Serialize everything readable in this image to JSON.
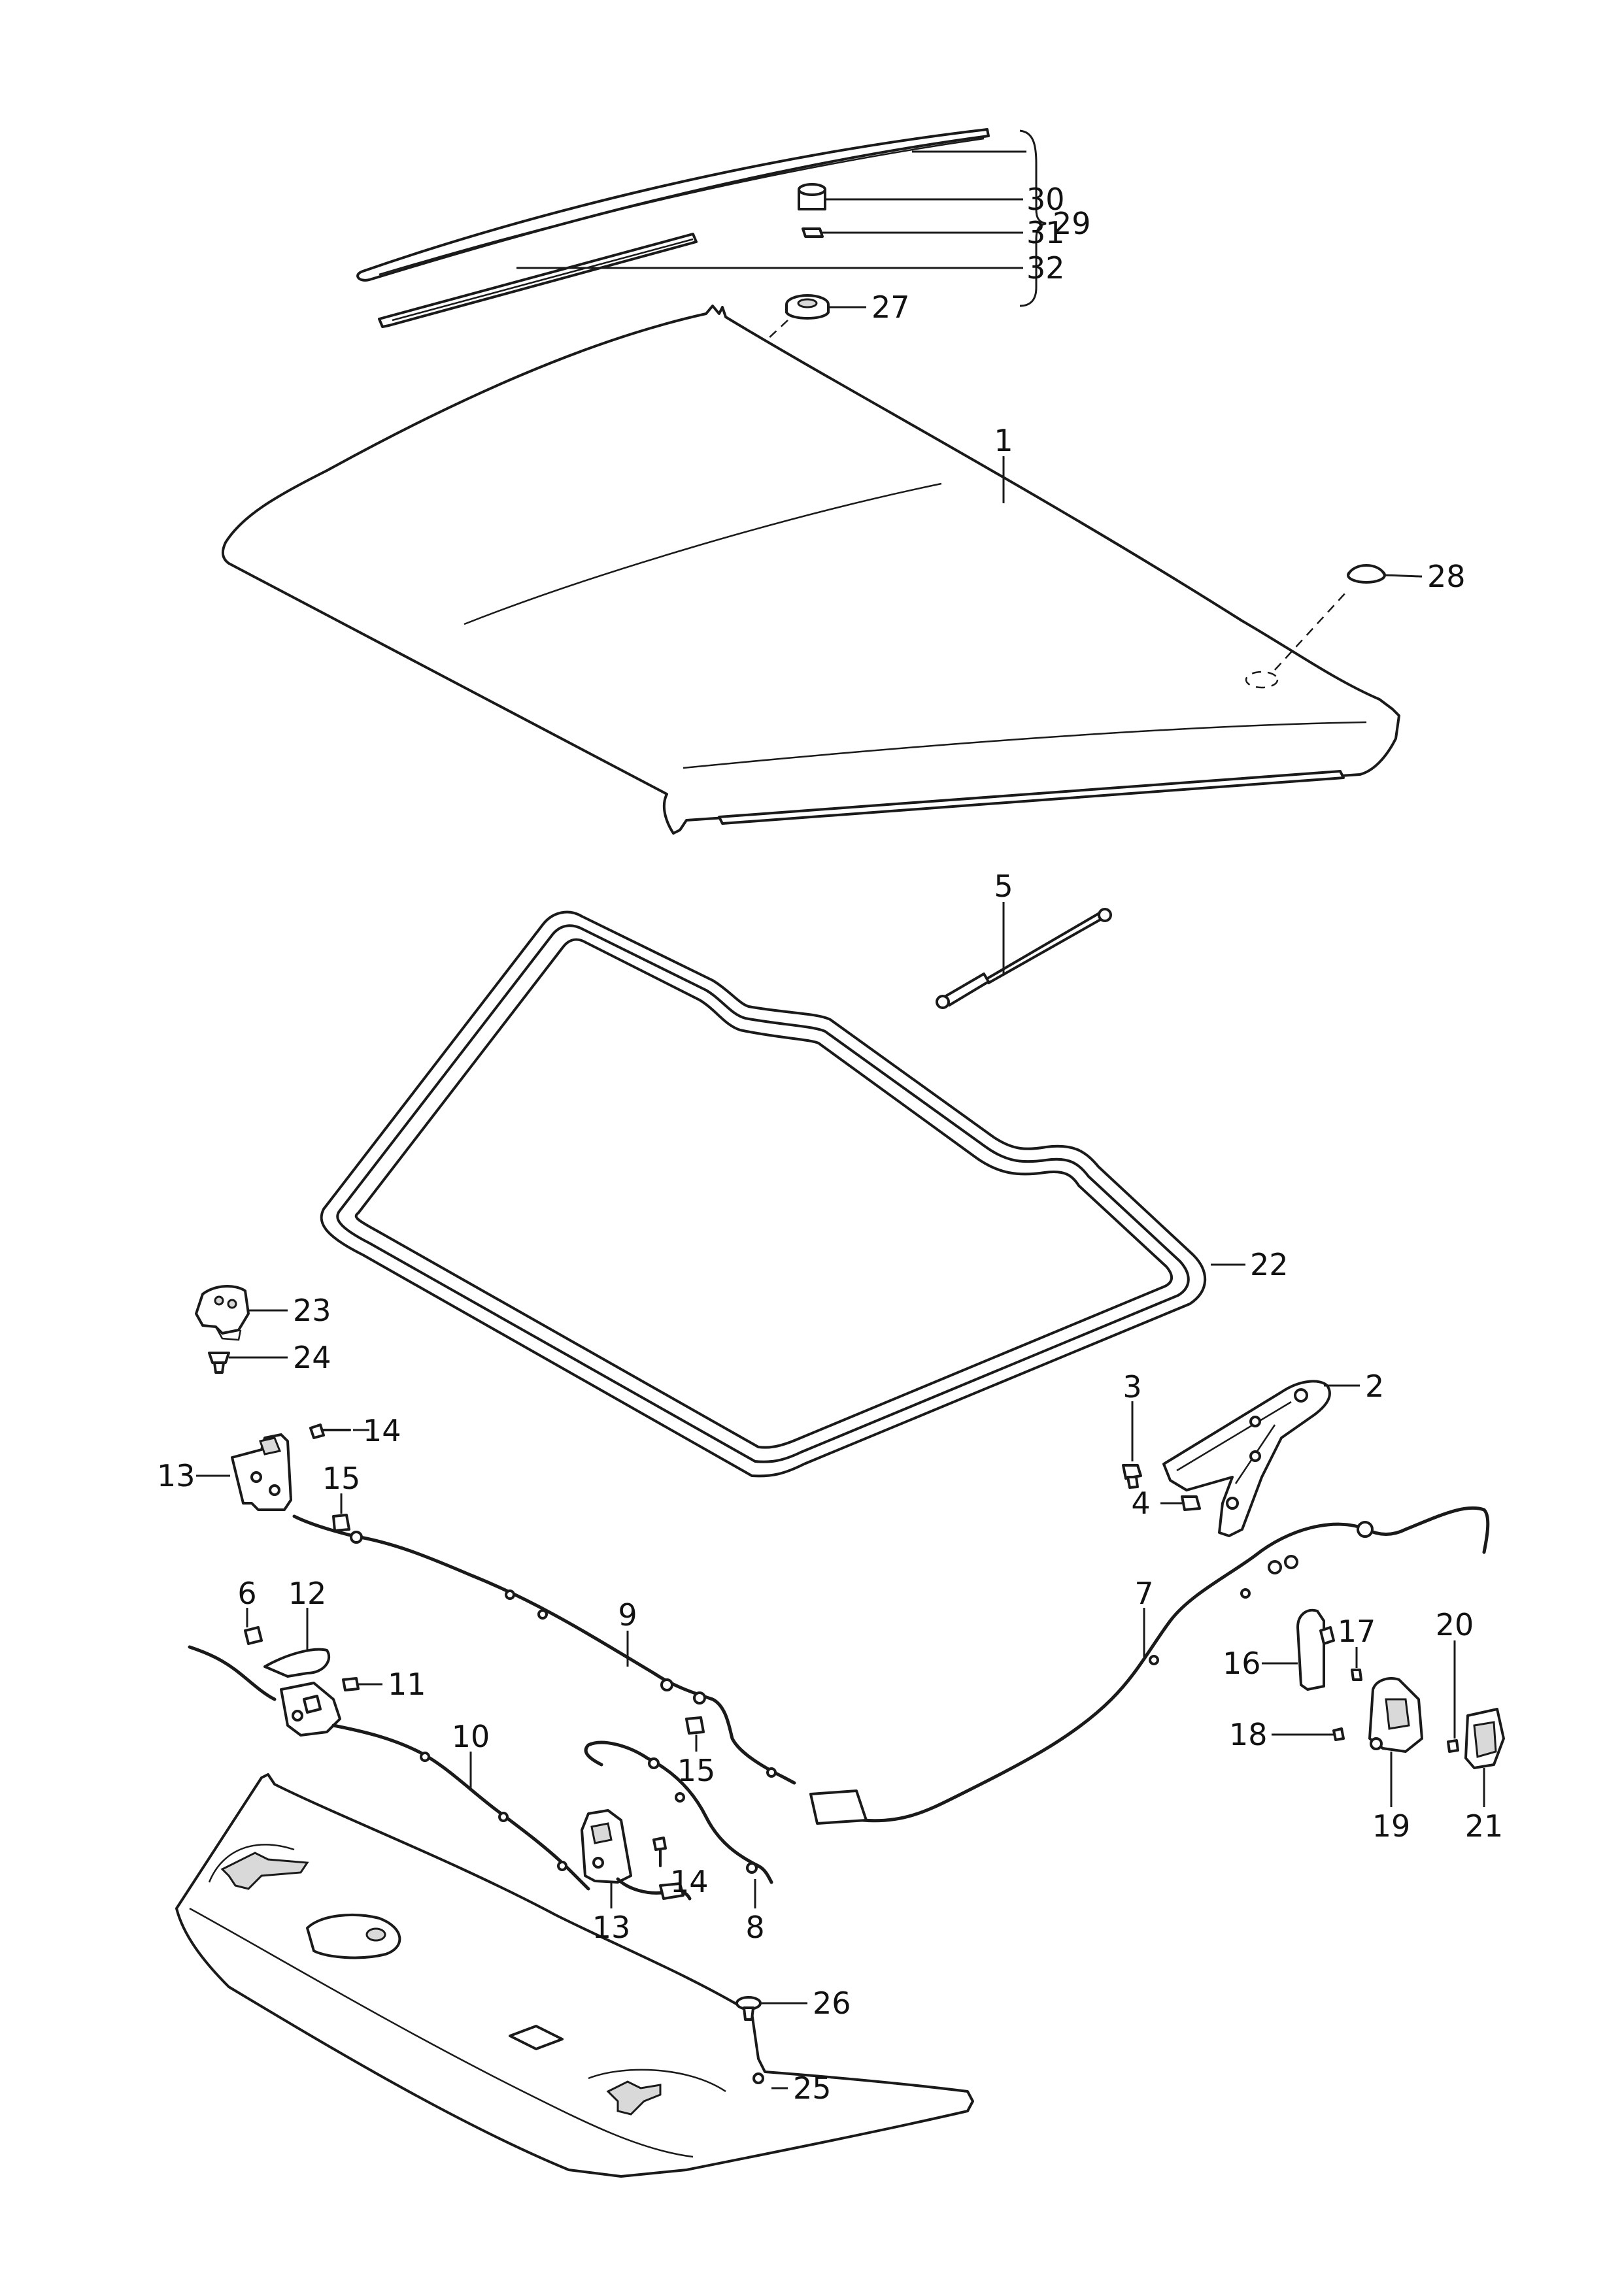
{
  "callouts": {
    "c1": "1",
    "c2": "2",
    "c3": "3",
    "c4": "4",
    "c5": "5",
    "c6": "6",
    "c7": "7",
    "c8": "8",
    "c9": "9",
    "c10": "10",
    "c11": "11",
    "c12": "12",
    "c13a": "13",
    "c13b": "13",
    "c14a": "14",
    "c14b": "14",
    "c15a": "15",
    "c15b": "15",
    "c16": "16",
    "c17": "17",
    "c18": "18",
    "c19": "19",
    "c20": "20",
    "c21": "21",
    "c22": "22",
    "c23": "23",
    "c24": "24",
    "c25": "25",
    "c26": "26",
    "c27": "27",
    "c28": "28",
    "c29": "29",
    "c30": "30",
    "c31": "31",
    "c32": "32"
  }
}
